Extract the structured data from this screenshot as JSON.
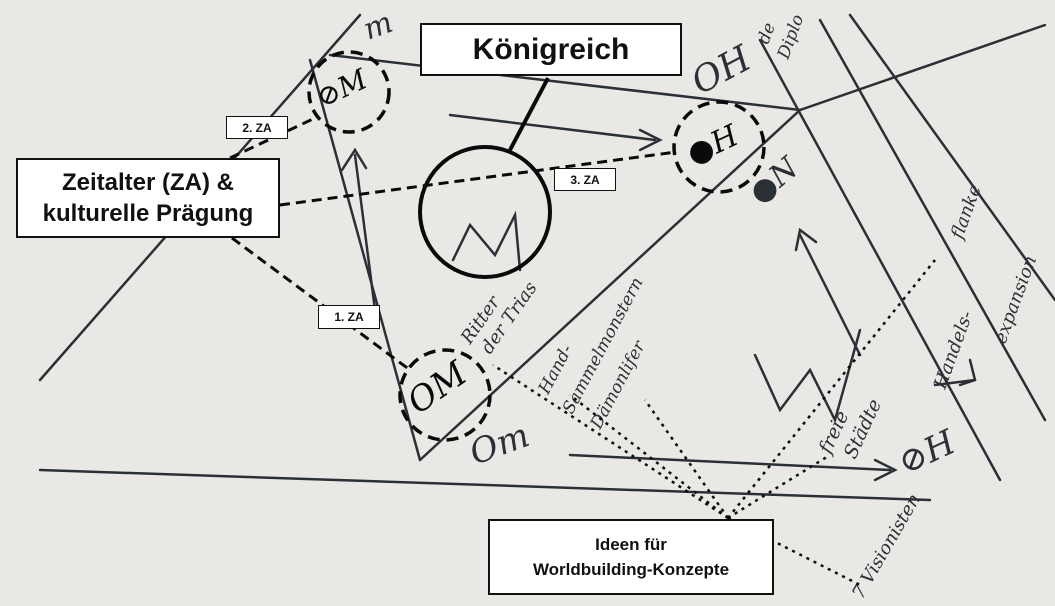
{
  "colors": {
    "paper": "#e9e8e4",
    "pencil": "#2b3036",
    "ink": "#0a0a0a",
    "label_bg": "#ffffff"
  },
  "callouts": {
    "kingdom": "Königreich",
    "era_line1": "Zeitalter (ZA) &",
    "era_line2": "kulturelle Prägung",
    "ideas_line1": "Ideen für",
    "ideas_line2": "Worldbuilding-Konzepte"
  },
  "era_tags": {
    "first": "1. ZA",
    "second": "2. ZA",
    "third": "3. ZA"
  },
  "sketch_letters": {
    "top_m": "m",
    "circle_2_marker": "⊘M",
    "top_right_oh": "OH",
    "circle_3_marker": "●H",
    "right_dot_n": "●N",
    "circle_1_marker": "OM",
    "bottom_om": "Om",
    "bottom_right_oh": "⊘H",
    "big_m": "M",
    "big_w": "W"
  },
  "handwritten_notes": {
    "ritter_line1": "Ritter",
    "ritter_line2": "der Trias",
    "kult_line1": "Hand-",
    "kult_line2": "Sammelmonstern",
    "kult_line3": "Dämonlifer",
    "freie_line1": "freie",
    "freie_line2": "Städte",
    "handels_line1": "Handels-",
    "handels_line2": "expansion",
    "flanke": "flanke",
    "visionisten": "7 Visionisten",
    "dipl_line1": "de",
    "dipl_line2": "Diplo"
  }
}
